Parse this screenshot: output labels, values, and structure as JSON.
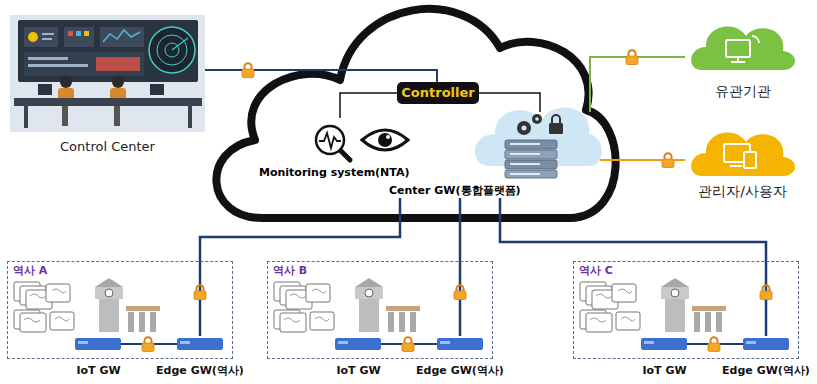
{
  "diagram": {
    "nodes": [
      {
        "text": [
          "Control Center"
        ]
      },
      {
        "text": [
          "Controller"
        ]
      },
      {
        "text": [
          "Monitoring system(NTA)"
        ]
      },
      {
        "text": [
          "Center GW(통합플랫폼)"
        ]
      },
      {
        "text": [
          "유관기관"
        ]
      },
      {
        "text": [
          "관리자/사용자"
        ]
      },
      {
        "text": [
          "역사 A"
        ]
      },
      {
        "text": [
          "IoT GW"
        ],
        "in": 6
      },
      {
        "text": [
          "Edge GW(역사)"
        ],
        "in": 6
      },
      {
        "text": [
          "역사 B"
        ]
      },
      {
        "text": [
          "IoT GW"
        ],
        "in": 9
      },
      {
        "text": [
          "Edge GW(역사)"
        ],
        "in": 9
      },
      {
        "text": [
          "역사 C"
        ]
      },
      {
        "text": [
          "IoT GW"
        ],
        "in": 12
      },
      {
        "text": [
          "Edge GW(역사)"
        ],
        "in": 12
      }
    ],
    "edges": [
      {
        "from": 0,
        "to": 1,
        "arrow": "none"
      },
      {
        "from": 1,
        "to": 2,
        "arrow": "none"
      },
      {
        "from": 1,
        "to": 3,
        "arrow": "none"
      },
      {
        "from": 3,
        "to": 4,
        "arrow": "none"
      },
      {
        "from": 3,
        "to": 5,
        "arrow": "none"
      },
      {
        "from": 3,
        "to": 8,
        "arrow": "none"
      },
      {
        "from": 3,
        "to": 11,
        "arrow": "none"
      },
      {
        "from": 3,
        "to": 14,
        "arrow": "none"
      },
      {
        "from": 7,
        "to": 8,
        "arrow": "none"
      },
      {
        "from": 10,
        "to": 11,
        "arrow": "none"
      },
      {
        "from": 13,
        "to": 14,
        "arrow": "none"
      }
    ]
  }
}
